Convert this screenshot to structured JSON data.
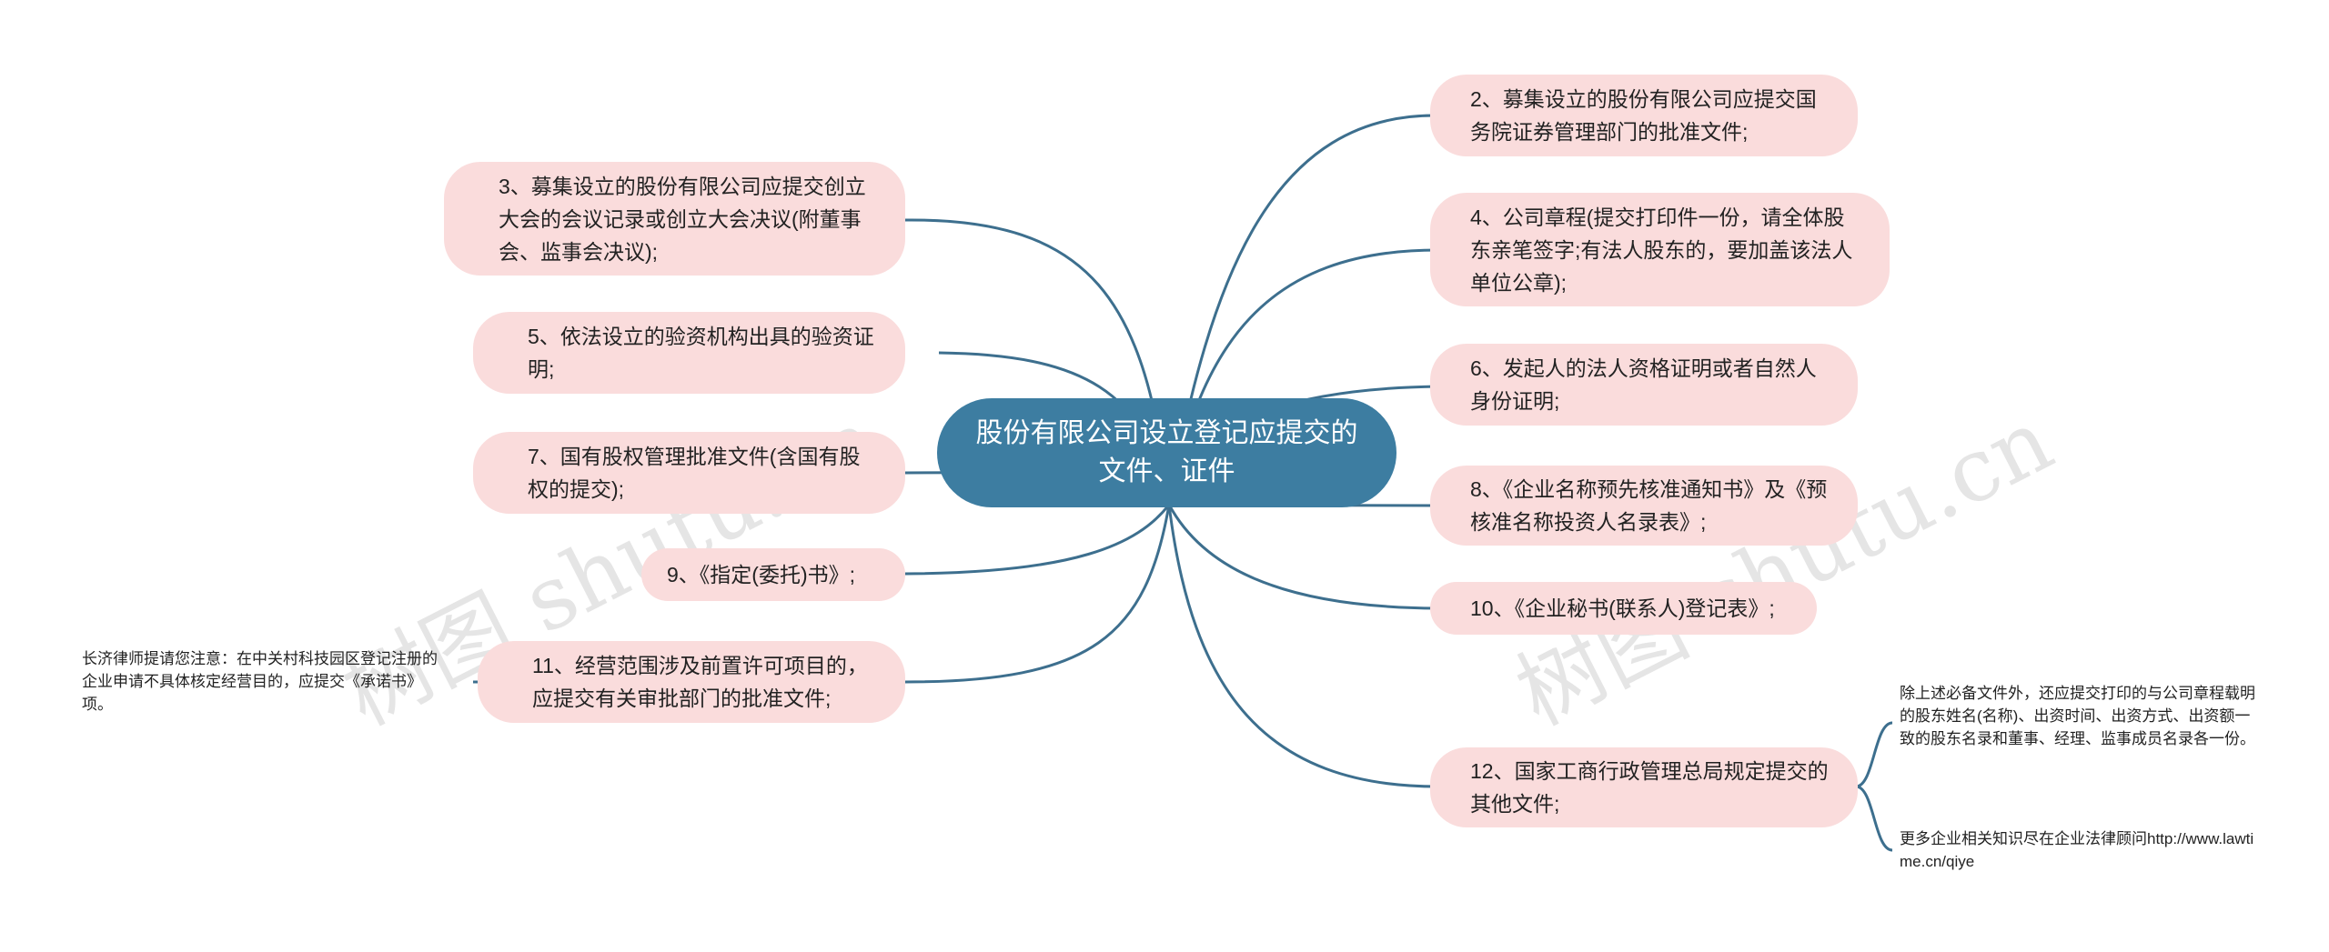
{
  "root": {
    "label": "股份有限公司设立登记应提交的文件、证件"
  },
  "branches": {
    "n2": "2、募集设立的股份有限公司应提交国务院证券管理部门的批准文件;",
    "n3": "3、募集设立的股份有限公司应提交创立大会的会议记录或创立大会决议(附董事会、监事会决议);",
    "n4": "4、公司章程(提交打印件一份，请全体股东亲笔签字;有法人股东的，要加盖该法人单位公章);",
    "n5": "5、依法设立的验资机构出具的验资证明;",
    "n6": "6、发起人的法人资格证明或者自然人身份证明;",
    "n7": "7、国有股权管理批准文件(含国有股权的提交);",
    "n8": "8、《企业名称预先核准通知书》及《预核准名称投资人名录表》;",
    "n9": "9、《指定(委托)书》;",
    "n10": "10、《企业秘书(联系人)登记表》;",
    "n11": "11、经营范围涉及前置许可项目的，应提交有关审批部门的批准文件;",
    "n12": "12、国家工商行政管理总局规定提交的其他文件;"
  },
  "notes": {
    "left": "长济律师提请您注意：在中关村科技园区登记注册的企业申请不具体核定经营目的，应提交《承诺书》项。",
    "right1": "除上述必备文件外，还应提交打印的与公司章程载明的股东姓名(名称)、出资时间、出资方式、出资额一致的股东名录和董事、经理、监事成员名录各一份。",
    "right2": "更多企业相关知识尽在企业法律顾问http://www.lawtime.cn/qiye"
  },
  "watermarks": {
    "w1": "树图 shutu.cn",
    "w2": "树图 shutu.cn"
  },
  "colors": {
    "root_fill": "#3d7da1",
    "node_fill": "#fadcdc",
    "link": "#3d6f8e"
  }
}
